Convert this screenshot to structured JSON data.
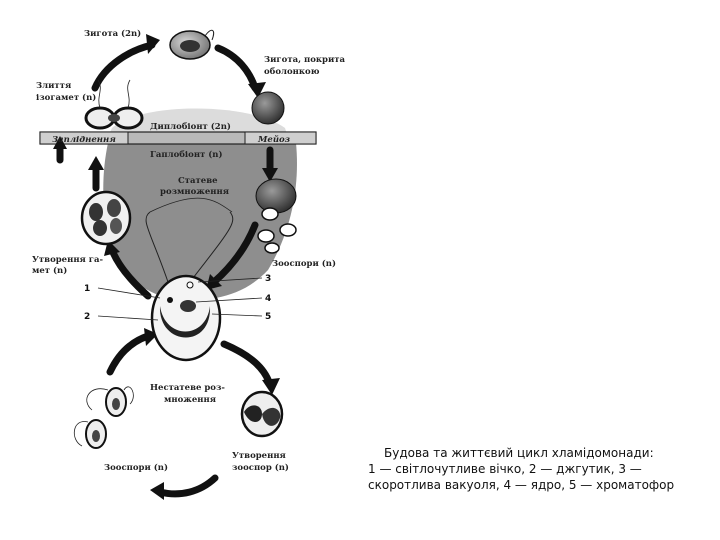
{
  "diagram": {
    "labels": {
      "zygote": "Зигота (2n)",
      "zygote_shell_1": "Зигота, покрита",
      "zygote_shell_2": "оболонкою",
      "fusion_1": "Злиття",
      "fusion_2": "ізогамет (n)",
      "fertilization": "Запліднення",
      "diplobiont": "Диплобіонт (2n)",
      "meiosis": "Мейоз",
      "haplobiont": "Гаплобіонт (n)",
      "sexual_1": "Статеве",
      "sexual_2": "розмноження",
      "gamete_form_1": "Утворення га-",
      "gamete_form_2": "мет (n)",
      "zoospores_right": "Зооспори (n)",
      "asexual_1": "Нестатеве роз-",
      "asexual_2": "множення",
      "zoospore_form_1": "Утворення",
      "zoospore_form_2": "зооспор (n)",
      "zoospores_bottom": "Зооспори (n)"
    },
    "numbers": [
      "1",
      "2",
      "3",
      "4",
      "5"
    ]
  },
  "caption": {
    "title": "Будова та життєвий цикл хламідомонади:",
    "body": "1 — світлочутливе вічко, 2 — джгутик, 3 — скоротлива вакуоля, 4 — ядро, 5 — хроматофор"
  },
  "colors": {
    "haplo_band": "#8e8e8e",
    "diplo_band": "#dcdcdc",
    "arrow": "#111111"
  }
}
